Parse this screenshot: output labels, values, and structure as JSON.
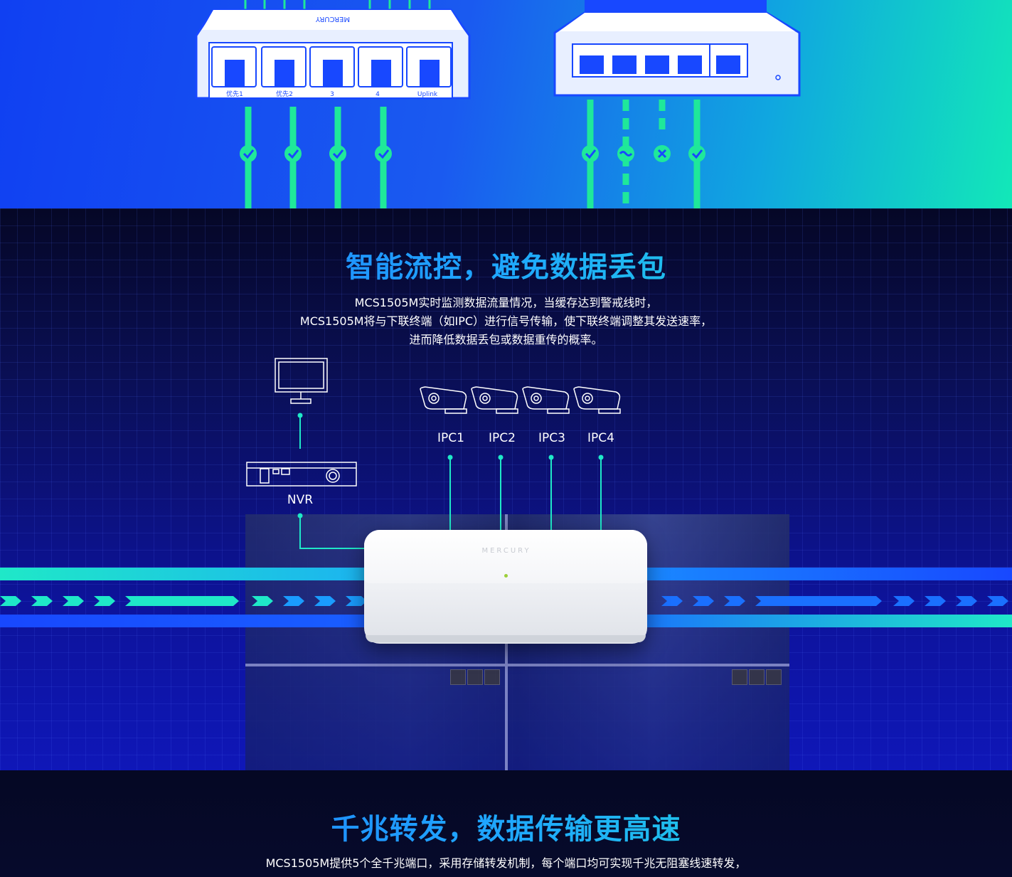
{
  "top_section": {
    "switch_left": {
      "brand": "MERCURY",
      "port_labels": [
        "优先1",
        "优先2",
        "3",
        "4",
        "Uplink"
      ],
      "link_status_icons": [
        "check-icon",
        "check-icon",
        "check-icon",
        "check-icon"
      ]
    },
    "switch_right": {
      "link_status_icons": [
        "check-icon",
        "wave-icon",
        "cross-icon",
        "check-icon"
      ]
    }
  },
  "flow_control": {
    "title": "智能流控，避免数据丢包",
    "description_lines": [
      "MCS1505M实时监测数据流量情况，当缓存达到警戒线时，",
      "MCS1505M将与下联终端（如IPC）进行信号传输，使下联终端调整其发送速率，",
      "进而降低数据丢包或数据重传的概率。"
    ],
    "diagram": {
      "monitor_icon": "monitor-icon",
      "nvr_label": "NVR",
      "cameras": [
        "IPC1",
        "IPC2",
        "IPC3",
        "IPC4"
      ],
      "device_brand": "MERCURY"
    }
  },
  "gigabit": {
    "title": "千兆转发，数据传输更高速",
    "description_lines": [
      "MCS1505M提供5个全千兆端口，采用存储转发机制，每个端口均可实现千兆无阻塞线速转发，"
    ]
  },
  "colors": {
    "accent_cyan": "#1fe8c8",
    "accent_blue": "#1f6dff",
    "link_green": "#1fe89a"
  }
}
